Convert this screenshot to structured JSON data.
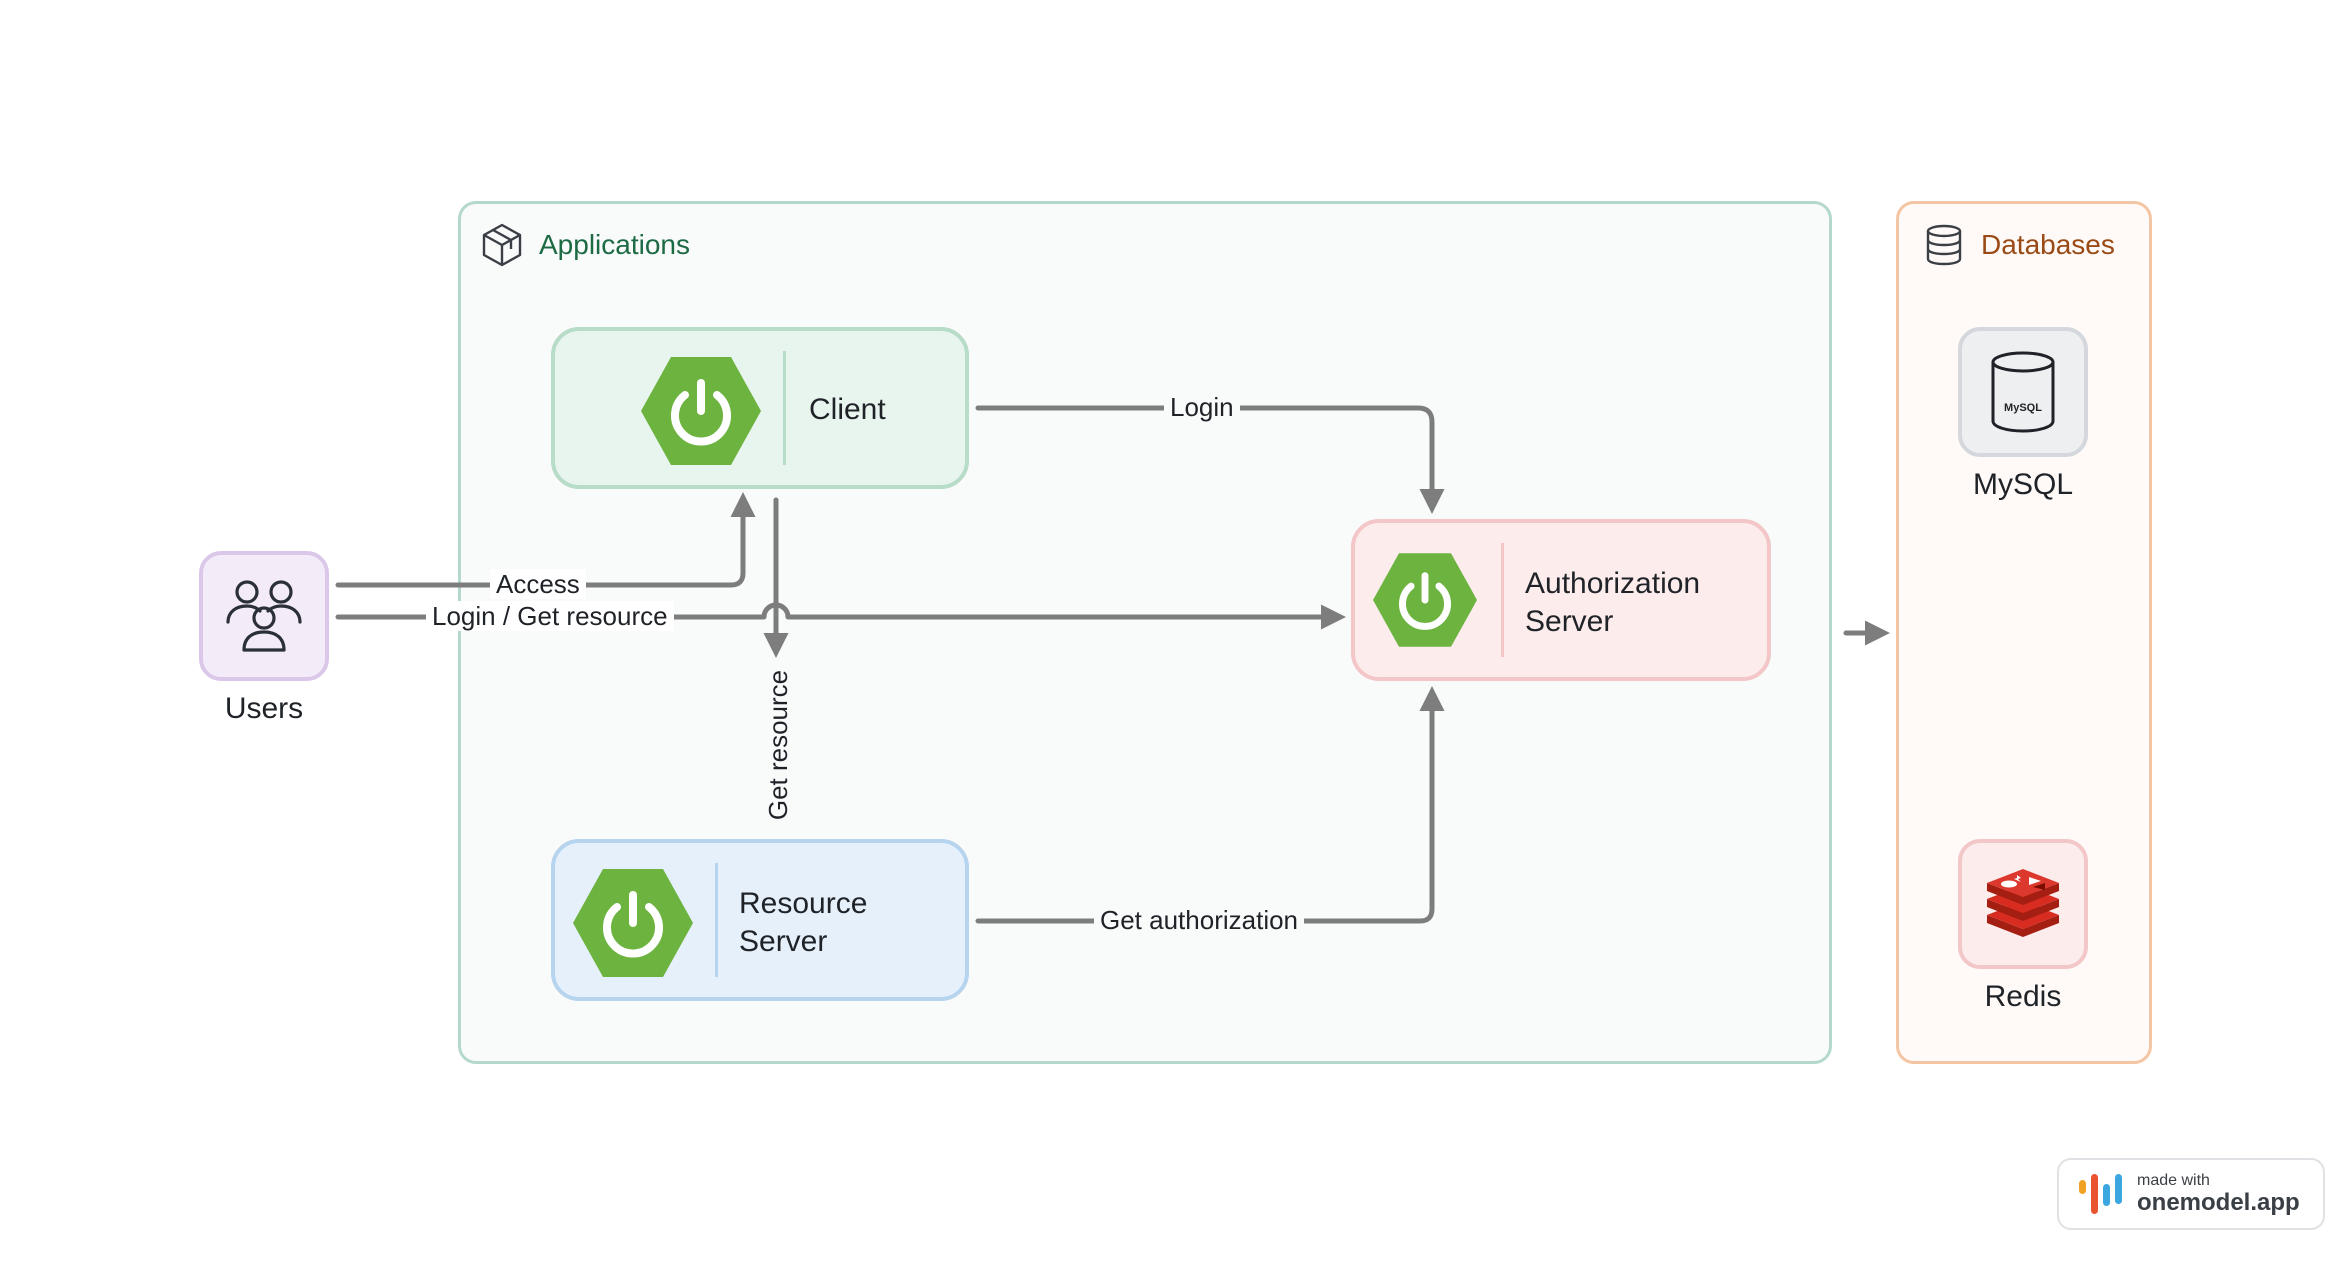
{
  "groups": {
    "applications": {
      "title": "Applications",
      "icon": "package-icon"
    },
    "databases": {
      "title": "Databases",
      "icon": "database-icon"
    }
  },
  "nodes": {
    "client": {
      "label": "Client",
      "icon": "spring-boot-icon"
    },
    "authorization_server": {
      "label_line1": "Authorization",
      "label_line2": "Server",
      "icon": "spring-boot-icon"
    },
    "resource_server": {
      "label_line1": "Resource",
      "label_line2": "Server",
      "icon": "spring-boot-icon"
    },
    "users": {
      "label": "Users",
      "icon": "users-icon"
    },
    "mysql": {
      "label": "MySQL",
      "icon": "mysql-icon",
      "icon_text": "MySQL"
    },
    "redis": {
      "label": "Redis",
      "icon": "redis-icon"
    }
  },
  "edges": {
    "login": "Login",
    "access": "Access",
    "login_get_resource": "Login / Get resource",
    "get_resource": "Get resource",
    "get_authorization": "Get authorization"
  },
  "colors": {
    "spring_green": "#6db33f",
    "edge": "#7d7d7d",
    "applications_border": "#b4d9cb",
    "databases_border": "#f3c5a3"
  },
  "badge": {
    "line1": "made with",
    "line2": "onemodel.app"
  }
}
